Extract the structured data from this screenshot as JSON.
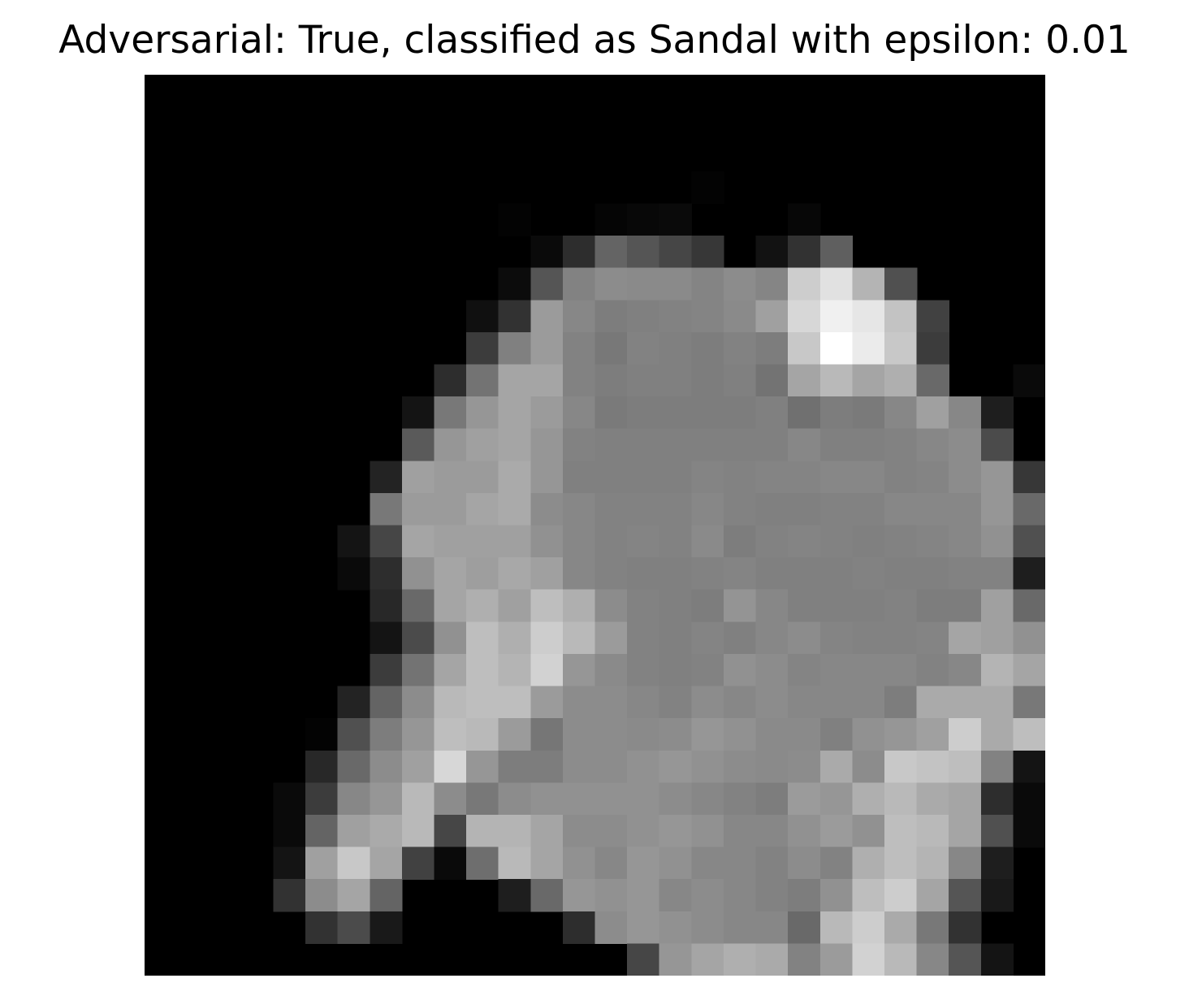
{
  "title": "Adversarial: True, classified as Sandal with epsilon: 0.01",
  "image": {
    "colormap": "gray",
    "pixels": [
      [
        0,
        0,
        0,
        0,
        0,
        0,
        0,
        0,
        0,
        0,
        0,
        0,
        0,
        0,
        0,
        0,
        0,
        0,
        0,
        0,
        0,
        0,
        0,
        0,
        0,
        0,
        0,
        0
      ],
      [
        0,
        0,
        0,
        0,
        0,
        0,
        0,
        0,
        0,
        0,
        0,
        0,
        0,
        0,
        0,
        0,
        0,
        0,
        0,
        0,
        0,
        0,
        0,
        0,
        0,
        0,
        0,
        0
      ],
      [
        0,
        0,
        0,
        0,
        0,
        0,
        0,
        0,
        0,
        0,
        0,
        0,
        0,
        0,
        0,
        0,
        0,
        0,
        0,
        0,
        0,
        0,
        0,
        0,
        0,
        0,
        0,
        0
      ],
      [
        0,
        0,
        0,
        0,
        0,
        0,
        0,
        0,
        0,
        0,
        0,
        0,
        0,
        0,
        0,
        0,
        0,
        3,
        0,
        0,
        0,
        0,
        0,
        0,
        0,
        0,
        0,
        0
      ],
      [
        0,
        0,
        0,
        0,
        0,
        0,
        0,
        0,
        0,
        0,
        0,
        3,
        0,
        0,
        5,
        8,
        10,
        0,
        0,
        0,
        7,
        0,
        0,
        0,
        0,
        0,
        0,
        0
      ],
      [
        0,
        0,
        0,
        0,
        0,
        0,
        0,
        0,
        0,
        0,
        0,
        0,
        10,
        45,
        100,
        85,
        70,
        55,
        0,
        18,
        50,
        95,
        0,
        0,
        0,
        0,
        0,
        0
      ],
      [
        0,
        0,
        0,
        0,
        0,
        0,
        0,
        0,
        0,
        0,
        0,
        12,
        85,
        130,
        140,
        138,
        138,
        132,
        140,
        133,
        205,
        225,
        180,
        80,
        0,
        0,
        0,
        0
      ],
      [
        0,
        0,
        0,
        0,
        0,
        0,
        0,
        0,
        0,
        0,
        16,
        50,
        155,
        135,
        125,
        128,
        130,
        132,
        138,
        160,
        215,
        240,
        230,
        195,
        65,
        0,
        0,
        0
      ],
      [
        0,
        0,
        0,
        0,
        0,
        0,
        0,
        0,
        0,
        0,
        60,
        128,
        155,
        130,
        120,
        130,
        128,
        125,
        130,
        125,
        200,
        255,
        235,
        200,
        60,
        0,
        0,
        0
      ],
      [
        0,
        0,
        0,
        0,
        0,
        0,
        0,
        0,
        0,
        45,
        115,
        165,
        165,
        130,
        125,
        128,
        128,
        125,
        128,
        115,
        165,
        185,
        165,
        175,
        105,
        0,
        0,
        10
      ],
      [
        0,
        0,
        0,
        0,
        0,
        0,
        0,
        0,
        20,
        120,
        150,
        165,
        155,
        135,
        122,
        125,
        125,
        125,
        125,
        128,
        112,
        125,
        122,
        135,
        160,
        135,
        30,
        0
      ],
      [
        0,
        0,
        0,
        0,
        0,
        0,
        0,
        0,
        90,
        150,
        160,
        165,
        150,
        130,
        128,
        128,
        128,
        128,
        128,
        128,
        135,
        128,
        128,
        130,
        135,
        140,
        75,
        0
      ],
      [
        0,
        0,
        0,
        0,
        0,
        0,
        0,
        35,
        160,
        155,
        155,
        170,
        150,
        128,
        128,
        128,
        128,
        132,
        130,
        132,
        132,
        135,
        135,
        130,
        132,
        140,
        150,
        55
      ],
      [
        0,
        0,
        0,
        0,
        0,
        0,
        0,
        120,
        155,
        155,
        165,
        170,
        140,
        135,
        130,
        130,
        130,
        135,
        130,
        128,
        128,
        130,
        130,
        135,
        135,
        135,
        150,
        105
      ],
      [
        0,
        0,
        0,
        0,
        0,
        0,
        20,
        70,
        165,
        160,
        160,
        160,
        145,
        135,
        130,
        132,
        130,
        138,
        125,
        130,
        132,
        130,
        128,
        130,
        132,
        135,
        145,
        80
      ],
      [
        0,
        0,
        0,
        0,
        0,
        0,
        10,
        45,
        145,
        165,
        158,
        168,
        160,
        135,
        130,
        128,
        128,
        130,
        132,
        128,
        128,
        128,
        130,
        128,
        128,
        130,
        130,
        30
      ],
      [
        0,
        0,
        0,
        0,
        0,
        0,
        0,
        40,
        105,
        165,
        175,
        160,
        190,
        175,
        140,
        130,
        128,
        125,
        148,
        135,
        128,
        128,
        128,
        130,
        125,
        125,
        160,
        105
      ],
      [
        0,
        0,
        0,
        0,
        0,
        0,
        0,
        20,
        75,
        145,
        190,
        175,
        205,
        185,
        155,
        130,
        128,
        132,
        128,
        135,
        140,
        132,
        130,
        130,
        132,
        165,
        160,
        145
      ],
      [
        0,
        0,
        0,
        0,
        0,
        0,
        0,
        60,
        115,
        165,
        190,
        180,
        210,
        150,
        138,
        130,
        128,
        130,
        145,
        140,
        132,
        135,
        135,
        135,
        130,
        135,
        180,
        165
      ],
      [
        0,
        0,
        0,
        0,
        0,
        0,
        35,
        100,
        140,
        185,
        190,
        190,
        155,
        140,
        140,
        135,
        130,
        140,
        135,
        140,
        135,
        135,
        135,
        125,
        170,
        170,
        170,
        120
      ],
      [
        0,
        0,
        0,
        0,
        0,
        3,
        80,
        125,
        150,
        190,
        185,
        155,
        118,
        140,
        140,
        138,
        140,
        150,
        145,
        138,
        138,
        128,
        145,
        150,
        160,
        205,
        170,
        190
      ],
      [
        0,
        0,
        0,
        0,
        0,
        40,
        105,
        140,
        160,
        215,
        150,
        125,
        125,
        140,
        140,
        145,
        150,
        145,
        140,
        138,
        140,
        170,
        140,
        200,
        195,
        190,
        130,
        20
      ],
      [
        0,
        0,
        0,
        0,
        10,
        60,
        135,
        150,
        185,
        140,
        120,
        140,
        145,
        145,
        145,
        145,
        140,
        135,
        130,
        125,
        155,
        150,
        175,
        185,
        170,
        165,
        45,
        10
      ],
      [
        0,
        0,
        0,
        0,
        10,
        100,
        160,
        170,
        185,
        70,
        180,
        180,
        165,
        140,
        140,
        145,
        150,
        145,
        135,
        135,
        145,
        155,
        145,
        190,
        185,
        165,
        80,
        10
      ],
      [
        0,
        0,
        0,
        0,
        20,
        160,
        200,
        165,
        65,
        10,
        110,
        185,
        165,
        145,
        135,
        150,
        145,
        135,
        135,
        130,
        140,
        130,
        175,
        190,
        180,
        135,
        30,
        0
      ],
      [
        0,
        0,
        0,
        0,
        50,
        140,
        165,
        100,
        0,
        0,
        0,
        30,
        105,
        150,
        145,
        150,
        135,
        140,
        135,
        130,
        125,
        145,
        190,
        205,
        165,
        85,
        25,
        0
      ],
      [
        0,
        0,
        0,
        0,
        0,
        50,
        75,
        25,
        0,
        0,
        0,
        0,
        0,
        45,
        140,
        150,
        145,
        140,
        135,
        135,
        105,
        185,
        205,
        170,
        120,
        50,
        0,
        0
      ],
      [
        0,
        0,
        0,
        0,
        0,
        0,
        0,
        0,
        0,
        0,
        0,
        0,
        0,
        0,
        0,
        70,
        150,
        165,
        175,
        170,
        130,
        155,
        210,
        185,
        135,
        85,
        20,
        0
      ]
    ]
  }
}
